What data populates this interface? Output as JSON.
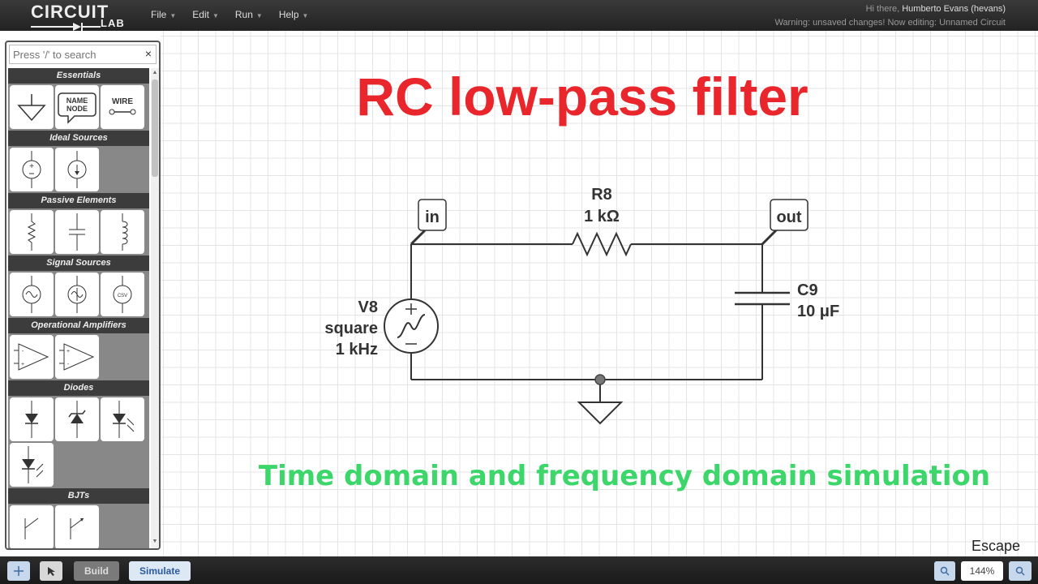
{
  "app": {
    "logo_top": "CIRCUIT",
    "logo_bottom": "LAB"
  },
  "menu": [
    {
      "label": "File"
    },
    {
      "label": "Edit"
    },
    {
      "label": "Run"
    },
    {
      "label": "Help"
    }
  ],
  "user": {
    "greeting": "Hi there,",
    "name": "Humberto Evans (hevans)",
    "warning": "Warning: unsaved changes! Now editing: Unnamed Circuit"
  },
  "search": {
    "placeholder": "Press '/' to search",
    "clear_icon": "×"
  },
  "palette": {
    "categories": [
      {
        "name": "Essentials",
        "items": [
          "ground-icon",
          "name-node-icon",
          "wire-icon"
        ],
        "item_labels": {
          "name_node_line1": "NAME",
          "name_node_line2": "NODE",
          "wire": "WIRE"
        }
      },
      {
        "name": "Ideal Sources",
        "items": [
          "voltage-source-icon",
          "current-source-icon"
        ]
      },
      {
        "name": "Passive Elements",
        "items": [
          "resistor-icon",
          "capacitor-icon",
          "inductor-icon"
        ]
      },
      {
        "name": "Signal Sources",
        "items": [
          "sine-voltage-source-icon",
          "sine-current-source-icon",
          "csv-source-icon"
        ],
        "item_labels": {
          "csv": "CSV"
        }
      },
      {
        "name": "Operational Amplifiers",
        "items": [
          "opamp-icon",
          "opamp-alt-icon"
        ]
      },
      {
        "name": "Diodes",
        "items": [
          "diode-icon",
          "zener-diode-icon",
          "led-icon",
          "photodiode-icon"
        ]
      },
      {
        "name": "BJTs",
        "items": [
          "npn-bjt-icon",
          "pnp-bjt-icon"
        ]
      }
    ]
  },
  "canvas": {
    "title": "RC low-pass filter",
    "subtitle": "Time domain and frequency domain simulation",
    "escape_hint": "Escape",
    "title_color": "#e8262b",
    "subtitle_color": "#3cd66a",
    "nodes": {
      "in": "in",
      "out": "out"
    },
    "resistor": {
      "name": "R8",
      "value": "1 kΩ"
    },
    "capacitor": {
      "name": "C9",
      "value": "10 μF"
    },
    "source": {
      "name": "V8",
      "type": "square",
      "freq": "1 kHz"
    }
  },
  "bottombar": {
    "move_icon": "move-icon",
    "select_icon": "cursor-icon",
    "build_label": "Build",
    "simulate_label": "Simulate",
    "zoom_level": "144%",
    "zoom_out_icon": "zoom-out-icon",
    "zoom_in_icon": "zoom-in-icon"
  }
}
